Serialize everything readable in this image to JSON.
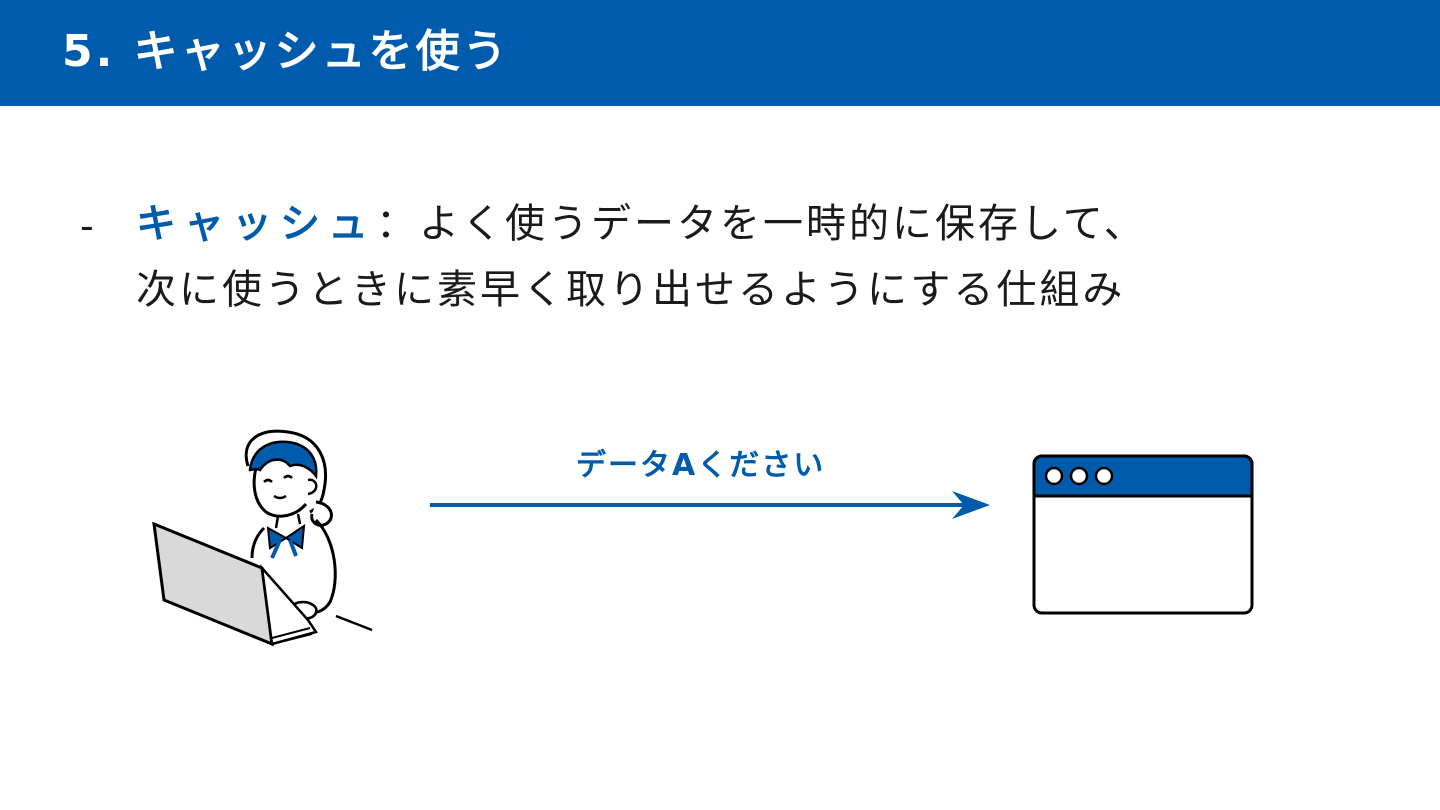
{
  "header": {
    "title": "5. キャッシュを使う"
  },
  "definition": {
    "bullet": "-",
    "term": "キャッシュ",
    "line1_rest": "：よく使うデータを一時的に保存して、",
    "line2": "次に使うときに素早く取り出せるようにする仕組み"
  },
  "diagram": {
    "request_label": "データAください",
    "user_icon": "person-with-laptop-illustration",
    "server_icon": "browser-window-icon"
  },
  "colors": {
    "accent": "#005bac",
    "text": "#1a1a1a",
    "laptop": "#d9d9d9"
  }
}
